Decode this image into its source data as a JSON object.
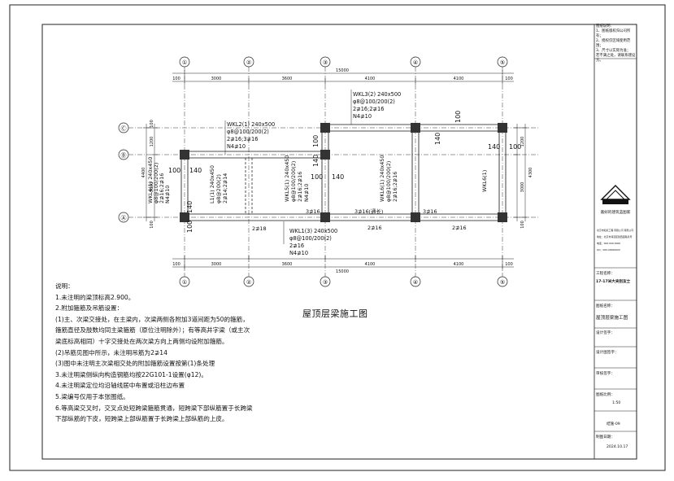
{
  "drawing_title": "屋顶层梁施工图",
  "grid_x": [
    "①",
    "②",
    "③",
    "④",
    "⑤"
  ],
  "grid_y": [
    "Ⓒ",
    "Ⓑ",
    "Ⓐ"
  ],
  "dims_top": {
    "total": "15000",
    "spans": [
      "3000",
      "3600",
      "4100",
      "4100"
    ],
    "ends": [
      "100",
      "100"
    ]
  },
  "dims_bottom": {
    "total": "15000",
    "spans": [
      "3000",
      "3600",
      "4100",
      "4100"
    ],
    "ends": [
      "100",
      "100"
    ]
  },
  "dims_left": {
    "total": "4400",
    "parts": [
      "1200",
      "3000"
    ],
    "ends": [
      "100",
      "100"
    ]
  },
  "dims_right": {
    "total": "4300",
    "parts": [
      "1200",
      "3000"
    ],
    "ends": [
      "100"
    ]
  },
  "beams": {
    "wkl3": [
      "WKL3(2) 240x500",
      "φ8@100/200(2)",
      "2⊉16;2⊉16",
      "N4⊉10"
    ],
    "wkl2": [
      "WKL2(1) 240x500",
      "φ8@100/200(2)",
      "2⊉16;3⊉16",
      "N4⊉10"
    ],
    "wkl1": [
      "WKL1(3) 240x500",
      "φ8@100/200(2)",
      "2⊉16",
      "N4⊉10"
    ],
    "wkl4": "WKL4(1) 240x450",
    "wkl4b": "φ8@100/200(2)",
    "wkl4c": "2⊉16;2⊉16",
    "wkl4d": "N4⊉10",
    "l1": "L1(1) 240x450",
    "l1b": "φ8@200(2)",
    "l1c": "2⊉14;2⊉14",
    "wkl5": "WKL5(1) 240x450",
    "wkl5b": "φ8@100/200(2)",
    "wkl5c": "2⊉16;2⊉16",
    "wkl5d": "N4⊉10",
    "wkl6": "WKL6(1) 240x450",
    "wkl6b": "φ8@100/200(2)",
    "wkl6c": "2⊉16;2⊉16",
    "wkl6r": "WKL6(1)"
  },
  "rebar": {
    "top_a": "3⊉16",
    "top_b": "3⊉16(通长)",
    "bot_a": "2⊉18",
    "bot_b": "2⊉16",
    "bot_c": "2⊉16",
    "bot_d": "3⊉16"
  },
  "small": {
    "n100": "100",
    "n140": "140"
  },
  "notes": [
    "说明：",
    "1.未注明的梁顶标高2.900。",
    "2.附加箍筋及吊筋设置：",
    "(1)主、次梁交接处，在主梁内，次梁两侧各附加3道间距为50的箍筋，",
    "箍筋直径及肢数均同主梁箍筋（原位注明除外）；有等高井字梁（或主次",
    "梁底标高相同）十字交接处在两次梁方向上两侧均设附加箍筋。",
    "(2)吊筋见图中所示，未注明吊筋为2⊉14",
    "(3)图中未注明主次梁相交处的附加箍筋设置按第(1)条处理",
    "3.未注明梁侧纵向构造钢筋均按22G101-1设置(φ12)。",
    "4.未注明梁定位均沿轴线居中布置或沿柱边布置",
    "5.梁编号仅用于本张图纸。",
    "6.等高梁交叉时，交叉点处短跨梁箍筋贯通，短跨梁下部纵筋置于长跨梁",
    "下部纵筋的下皮，短跨梁上部纵筋置于长跨梁上部纵筋的上皮。"
  ],
  "title_block": {
    "remarks_label": "图纸说明：",
    "remarks": [
      "1、图纸版权归公司所有；",
      "2、授权仅区域使用范围；",
      "3、尺寸以实际为准；",
      "若不满之处，请联系建设方。"
    ],
    "company": "嘉好的建筑蓝图家",
    "company_lines": [
      "北京市和某工程 有限公司 有限公司",
      "地址：北京市海淀区建西园路某号",
      "电话：000-000-0000",
      "QQ：000-00000000"
    ],
    "project_label": "工程名称：",
    "project_name": "17-17米大夹别友士",
    "drawing_label": "图纸名称：",
    "drawing_name": "屋顶层梁施工图",
    "designer_label": "设计签字：",
    "drafter_label": "设计图签字：",
    "checker_label": "审核签字：",
    "scale_label": "图纸比例：",
    "scale": "1:50",
    "sheet_no": "结施-09",
    "date_label": "制图日期：",
    "date": "2024.10.17"
  }
}
